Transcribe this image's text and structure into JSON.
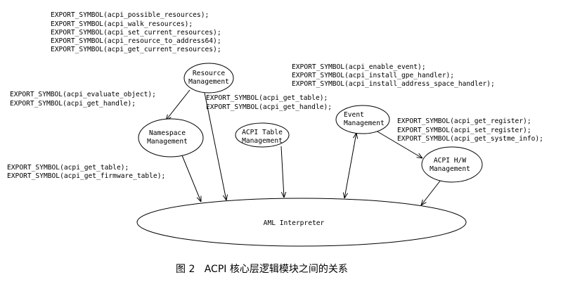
{
  "nodes": {
    "resource": [
      "Resource",
      "Management"
    ],
    "namespace": [
      "Namespace",
      "Management"
    ],
    "table": [
      "ACPI Table",
      "Management"
    ],
    "event": [
      "Event",
      "Management"
    ],
    "hw": [
      "ACPI H/W",
      "Management"
    ],
    "aml": [
      "AML Interpreter"
    ]
  },
  "exports": {
    "resource": [
      "EXPORT_SYMBOL(acpi_possible_resources);",
      "EXPORT_SYMBOL(acpi_walk_resources);",
      "EXPORT_SYMBOL(acpi_set_current_resources);",
      "EXPORT_SYMBOL(acpi_resource_to_address64);",
      "EXPORT_SYMBOL(acpi_get_current_resources);"
    ],
    "namespace": [
      "EXPORT_SYMBOL(acpi_evaluate_object);",
      "EXPORT_SYMBOL(acpi_get_handle);"
    ],
    "table_mid": [
      "EXPORT_SYMBOL(acpi_get_table);",
      "EXPORT_SYMBOL(acpi_get_handle);"
    ],
    "event": [
      "EXPORT_SYMBOL(acpi_enable_event);",
      "EXPORT_SYMBOL(acpi_install_gpe_handler);",
      "EXPORT_SYMBOL(acpi_install_address_space_handler);"
    ],
    "hw": [
      "EXPORT_SYMBOL(acpi_get_register);",
      "EXPORT_SYMBOL(acpi_set_register);",
      "EXPORT_SYMBOL(acpi_get_systme_info);"
    ],
    "table_left": [
      "EXPORT_SYMBOL(acpi_get_table);",
      "EXPORT_SYMBOL(acpi_get_firmware_table);"
    ]
  },
  "caption": "图 2   ACPI 核心层逻辑模块之间的关系"
}
